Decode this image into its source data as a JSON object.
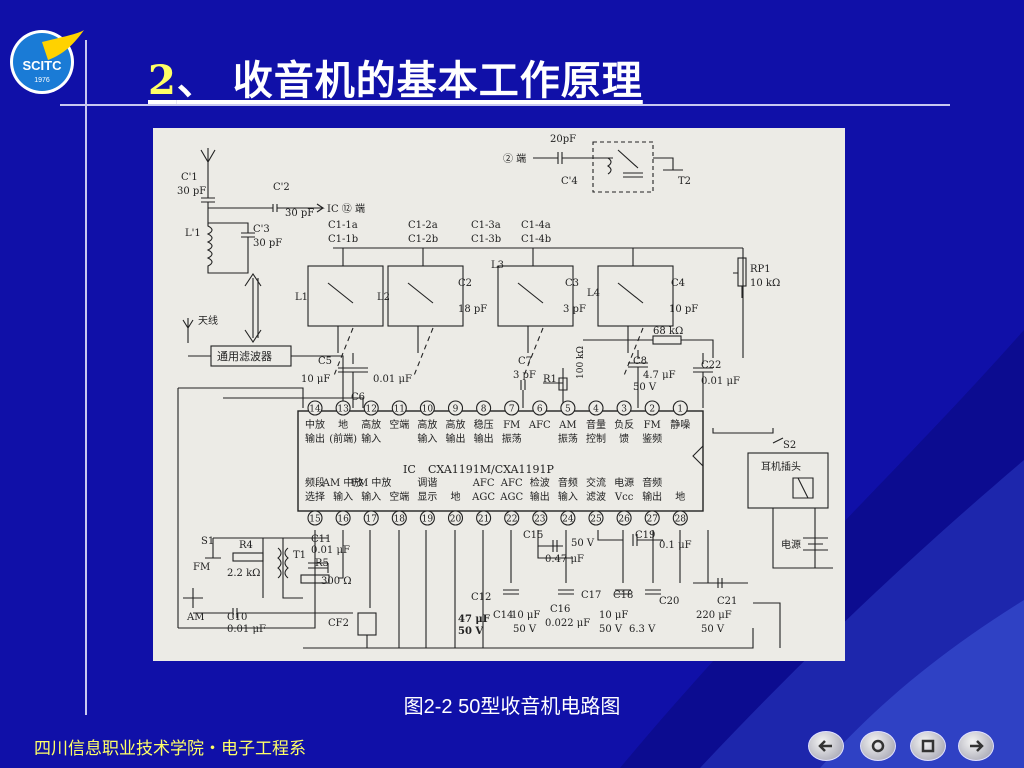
{
  "slide": {
    "title_number": "2",
    "title_text": "、 收音机的基本工作原理",
    "caption": "图2-2 50型收音机电路图",
    "footer": "四川信息职业技术学院・电子工程系",
    "logo_text": "SCITC",
    "logo_year": "1976"
  },
  "diagram": {
    "ic_label": "IC",
    "ic_model": "CXA1191M/CXA1191P",
    "top_pins": [
      "14",
      "13",
      "12",
      "11",
      "10",
      "9",
      "8",
      "7",
      "6",
      "5",
      "4",
      "3",
      "2",
      "1"
    ],
    "bottom_pins": [
      "15",
      "16",
      "17",
      "18",
      "19",
      "20",
      "21",
      "22",
      "23",
      "24",
      "25",
      "26",
      "27",
      "28"
    ],
    "top_func_row1": [
      "中放",
      "地",
      "高放",
      "空端",
      "高放",
      "高放",
      "稳压",
      "FM",
      "AFC",
      "AM",
      "音量",
      "负反",
      "FM",
      "静噪"
    ],
    "top_func_row2": [
      "输出",
      "(前端)",
      "输入",
      "",
      "输入",
      "输出",
      "输出",
      "振荡",
      "",
      "振荡",
      "控制",
      "馈",
      "鉴频",
      ""
    ],
    "bottom_func_row1": [
      "频段",
      "AM 中放",
      "FM 中放",
      "",
      "调谐",
      "",
      "AFC",
      "AFC",
      "检波",
      "音频",
      "交流",
      "电源",
      "音频",
      ""
    ],
    "bottom_func_row2": [
      "选择",
      "输入",
      "输入",
      "空端",
      "显示",
      "地",
      "AGC",
      "AGC",
      "输出",
      "输入",
      "滤波",
      "Vcc",
      "输出",
      "地"
    ],
    "labels": {
      "c1p": "C'1",
      "c1p_val": "30 pF",
      "c2p": "C'2",
      "c2p_val": "30 pF",
      "c3p": "C'3",
      "c3p_val": "30 pF",
      "l1p": "L'1",
      "ic12": "IC ⑫ 端",
      "pin2": "② 端",
      "c20pf": "20pF",
      "c4p": "C'4",
      "t2": "T2",
      "c1ab": "C1-1a",
      "c1bb": "C1-1b",
      "c2ab": "C1-2a",
      "c2bb": "C1-2b",
      "c3ab": "C1-3a",
      "c3bb": "C1-3b",
      "c4ab": "C1-4a",
      "c4bb": "C1-4b",
      "l1": "L1",
      "l2": "L2",
      "l3": "L3",
      "l4": "L4",
      "c2": "C2",
      "c2v": "18 pF",
      "c3": "C3",
      "c3v": "3 pF",
      "c4": "C4",
      "c4v": "10 pF",
      "rp1": "RP1",
      "rp1v": "10 kΩ",
      "r68k": "68 kΩ",
      "antenna": "天线",
      "filter": "通用滤波器",
      "c5": "C5",
      "c5v": "10 μF",
      "c6": "C6",
      "c6v": "0.01 μF",
      "c7": "C7",
      "c7v": "3 pF",
      "r1": "R1",
      "r1v": "100 kΩ",
      "c8": "C8",
      "c8v": "4.7 μF",
      "c8vv": "50 V",
      "c22": "C22",
      "c22v": "0.01 μF",
      "s2": "S2",
      "earphone": "耳机插头",
      "power": "电源",
      "s1": "S1",
      "fm": "FM",
      "am": "AM",
      "r4": "R4",
      "r4v": "2.2 kΩ",
      "c11": "C11",
      "c11v": "0.01 μF",
      "r5": "R5",
      "r5v": "300 Ω",
      "t1": "T1",
      "c10": "C10",
      "c10v": "0.01 μF",
      "cf2": "CF2",
      "c15": "C15",
      "c15v": "50 V",
      "c15vv": "0.47 μF",
      "c19": "C19",
      "c19v": "0.1 μF",
      "c12": "C12",
      "c12v": "47 μF",
      "c12vv": "50 V",
      "c14": "C14",
      "c14v": "10 μF",
      "c14vv": "50 V",
      "c16": "C16",
      "c16v": "0.022 μF",
      "c17": "C17",
      "c17v": "10 μF",
      "c17vv": "50 V",
      "c18": "C18",
      "c18v": "6.3 V",
      "c20": "C20",
      "c21": "C21",
      "c21v": "220 μF",
      "c21vv": "50 V"
    }
  },
  "nav": {
    "buttons": [
      "back-icon",
      "home-icon",
      "stop-icon",
      "forward-icon"
    ]
  },
  "colors": {
    "background": "#1010a8",
    "title_number": "#ffff66",
    "footer": "#ffff66"
  }
}
